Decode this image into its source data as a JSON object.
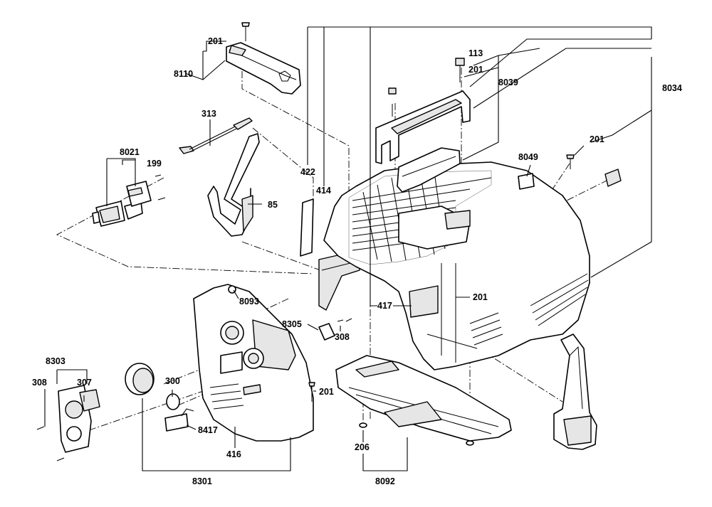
{
  "diagram": {
    "labels": {
      "p201_top": "201",
      "p8110": "8110",
      "p313": "313",
      "p8021": "8021",
      "p199": "199",
      "p85": "85",
      "p422": "422",
      "p414": "414",
      "p113": "113",
      "p201_right_a": "201",
      "p8039": "8039",
      "p8034": "8034",
      "p201_right_b": "201",
      "p8049": "8049",
      "p8093": "8093",
      "p8305": "8305",
      "p308_mid": "308",
      "p417": "417",
      "p201_mid": "201",
      "p8303": "8303",
      "p308_left": "308",
      "p307": "307",
      "p300": "300",
      "p201_low": "201",
      "p8417": "8417",
      "p416": "416",
      "p206": "206",
      "p8301": "8301",
      "p8092": "8092"
    }
  }
}
